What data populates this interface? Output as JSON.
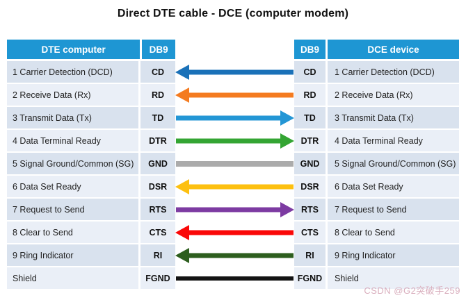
{
  "title": "Direct DTE cable - DCE (computer modem)",
  "colors": {
    "header_bg": "#1e96d3",
    "row_odd": "#d9e2ee",
    "row_even": "#eaeff7",
    "header_text": "#ffffff",
    "title_text": "#111111"
  },
  "left_table": {
    "headers": [
      "DTE computer",
      "DB9"
    ]
  },
  "right_table": {
    "headers": [
      "DB9",
      "DCE device"
    ]
  },
  "rows": [
    {
      "dte_signal": "1 Carrier Detection (DCD)",
      "dte_pin": "CD",
      "dce_pin": "CD",
      "dce_signal": "1 Carrier Detection (DCD)",
      "wire_color": "#1a71b8",
      "wire_color_name": "blue",
      "direction": "left",
      "thickness": 7
    },
    {
      "dte_signal": "2 Receive Data (Rx)",
      "dte_pin": "RD",
      "dce_pin": "RD",
      "dce_signal": "2 Receive Data (Rx)",
      "wire_color": "#f47b20",
      "wire_color_name": "orange",
      "direction": "left",
      "thickness": 7
    },
    {
      "dte_signal": "3 Transmit Data (Tx)",
      "dte_pin": "TD",
      "dce_pin": "TD",
      "dce_signal": "3 Transmit Data (Tx)",
      "wire_color": "#2396d5",
      "wire_color_name": "light-blue",
      "direction": "right",
      "thickness": 7
    },
    {
      "dte_signal": "4 Data Terminal Ready",
      "dte_pin": "DTR",
      "dce_pin": "DTR",
      "dce_signal": "4 Data Terminal Ready",
      "wire_color": "#34a533",
      "wire_color_name": "green",
      "direction": "right",
      "thickness": 7
    },
    {
      "dte_signal": "5 Signal Ground/Common  (SG)",
      "dte_pin": "GND",
      "dce_pin": "GND",
      "dce_signal": "5 Signal Ground/Common  (SG)",
      "wire_color": "#ababab",
      "wire_color_name": "gray",
      "direction": "none",
      "thickness": 8
    },
    {
      "dte_signal": "6 Data Set Ready",
      "dte_pin": "DSR",
      "dce_pin": "DSR",
      "dce_signal": "6 Data Set Ready",
      "wire_color": "#fdc010",
      "wire_color_name": "yellow",
      "direction": "left",
      "thickness": 7
    },
    {
      "dte_signal": "7 Request to Send",
      "dte_pin": "RTS",
      "dce_pin": "RTS",
      "dce_signal": "7 Request to Send",
      "wire_color": "#7d3ba2",
      "wire_color_name": "purple",
      "direction": "right",
      "thickness": 7
    },
    {
      "dte_signal": "8 Clear to Send",
      "dte_pin": "CTS",
      "dce_pin": "CTS",
      "dce_signal": "8 Clear to Send",
      "wire_color": "#fa0808",
      "wire_color_name": "red",
      "direction": "left",
      "thickness": 7
    },
    {
      "dte_signal": "9 Ring Indicator",
      "dte_pin": "RI",
      "dce_pin": "RI",
      "dce_signal": "9 Ring Indicator",
      "wire_color": "#2d5e1e",
      "wire_color_name": "dark-green",
      "direction": "left",
      "thickness": 7
    },
    {
      "dte_signal": "Shield",
      "dte_pin": "FGND",
      "dce_pin": "FGND",
      "dce_signal": "Shield",
      "wire_color": "#131313",
      "wire_color_name": "black",
      "direction": "none",
      "thickness": 6
    }
  ],
  "watermark": "CSDN @G2突破手259"
}
